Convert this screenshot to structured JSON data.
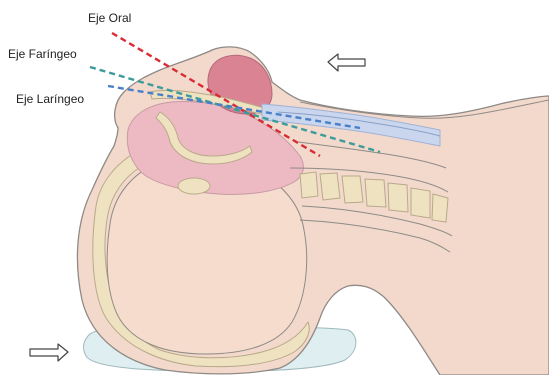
{
  "labels": {
    "oral_axis": "Eje Oral",
    "pharyngeal_axis": "Eje Faríngeo",
    "laryngeal_axis": "Eje Laríngeo"
  },
  "axes": {
    "oral": {
      "color": "#d92b34",
      "style": "dashed"
    },
    "pharyngeal": {
      "color": "#3c9c9a",
      "style": "dashed"
    },
    "laryngeal": {
      "color": "#4a7fc9",
      "style": "dashed"
    }
  },
  "arrows": {
    "upper": {
      "direction": "left",
      "icon": "hollow-arrow-left-icon"
    },
    "lower": {
      "direction": "right",
      "icon": "hollow-arrow-right-icon"
    }
  },
  "colors": {
    "skin": "#f2d9cc",
    "skin_outline": "#8f8a86",
    "bone": "#efe2c0",
    "bone_outline": "#b9a98a",
    "brain": "#f6dccd",
    "oral_cavity": "#edbac4",
    "nasal_tissue": "#d98393",
    "airway": "#c9d6ee",
    "pillow": "#dfeef0"
  }
}
